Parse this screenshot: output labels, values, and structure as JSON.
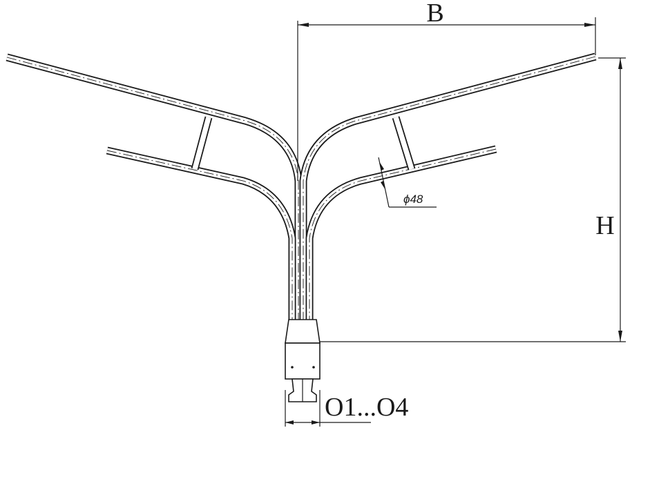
{
  "labels": {
    "width_dim": "B",
    "height_dim": "H",
    "pipe_diameter": "ϕ48",
    "mount_range": "O1...O4"
  },
  "colors": {
    "line": "#1a1a1a",
    "background": "#ffffff"
  }
}
